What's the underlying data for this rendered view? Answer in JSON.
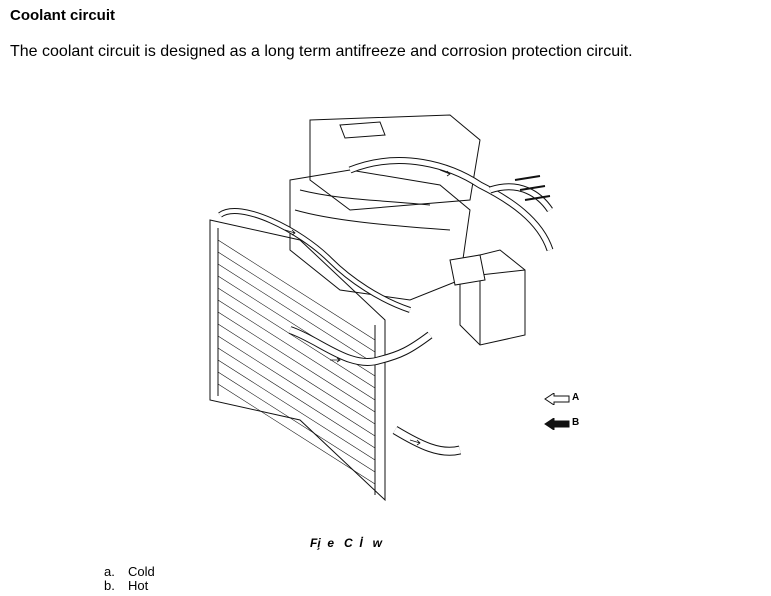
{
  "heading": "Coolant circuit",
  "intro": "The coolant circuit is designed as a long term antifreeze and corrosion protection circuit.",
  "figure": {
    "legend": [
      {
        "key": "A",
        "style": "outline-arrow"
      },
      {
        "key": "B",
        "style": "filled-arrow"
      }
    ],
    "caption": "Fi̧  e   C  İ   w"
  },
  "items": [
    {
      "marker": "a.",
      "label": "Cold"
    },
    {
      "marker": "b.",
      "label": "Hot"
    }
  ]
}
